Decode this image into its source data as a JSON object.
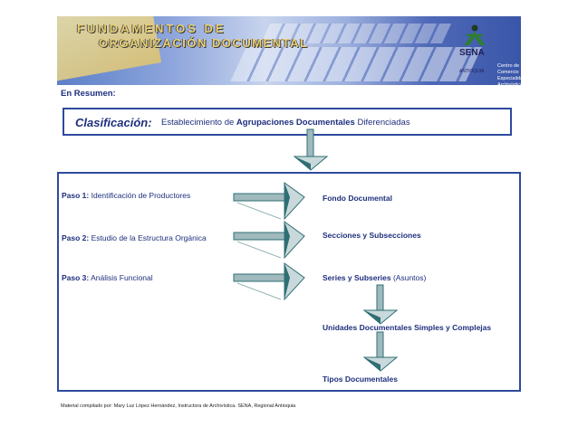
{
  "header": {
    "title_line1": "FUNDAMENTOS DE",
    "title_line2": "ORGANIZACIÓN DOCUMENTAL",
    "logo_text": "SENA",
    "logo_region": "ANTIOQUIA",
    "centro_line1": "Centro de Comercio",
    "centro_line2": "Especialidad Archivística"
  },
  "summary_label": "En Resumen:",
  "classification": {
    "label": "Clasificación:",
    "text_pre": "Establecimiento de ",
    "text_bold": "Agrupaciones Documentales",
    "text_post": " Diferenciadas"
  },
  "steps": [
    {
      "label": "Paso 1:",
      "text": " Identificación de Productores"
    },
    {
      "label": "Paso 2:",
      "text": " Estudio de la Estructura Orgánica"
    },
    {
      "label": "Paso 3:",
      "text": " Análisis Funcional"
    }
  ],
  "results": {
    "fondo": "Fondo Documental",
    "secciones": "Secciones y Subsecciones",
    "series_bold": "Series y Subseries",
    "series_normal": " (Asuntos)",
    "unidades": "Unidades Documentales Simples y Complejas",
    "tipos": "Tipos Documentales"
  },
  "footer": "Material compilado por: Mary Luz López Hernández, Instructora de Archivística.  SENA, Regional Antioquia",
  "colors": {
    "accent": "#1e2f7d",
    "border": "#2e4a9e",
    "arrow": "#2f6f74"
  }
}
